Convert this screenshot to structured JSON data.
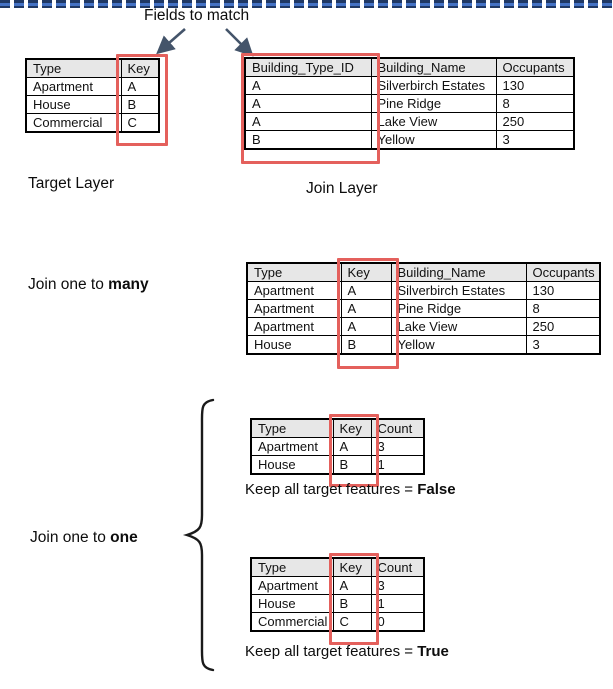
{
  "labels": {
    "fields_to_match": "Fields to match",
    "target_layer": "Target Layer",
    "join_layer": "Join Layer",
    "join_many_prefix": "Join one to ",
    "join_many_bold": "many",
    "join_one_prefix": "Join one to ",
    "join_one_bold": "one",
    "keep_false_prefix": "Keep all target features = ",
    "keep_false_bold": "False",
    "keep_true_prefix": "Keep all target features = ",
    "keep_true_bold": "True"
  },
  "icons": {
    "arrow_left": "arrow-down-left",
    "arrow_right": "arrow-down-right",
    "brace": "left-curly-brace"
  },
  "colors": {
    "highlight_red": "#e4605c",
    "header_gray": "#e7e7e7",
    "arrow_navy": "#44546a",
    "divider_dark": "#1f3864",
    "divider_light": "#4472c4"
  },
  "tables": {
    "target": {
      "headers": [
        "Type",
        "Key"
      ],
      "rows": [
        [
          "Apartment",
          "A"
        ],
        [
          "House",
          "B"
        ],
        [
          "Commercial",
          "C"
        ]
      ],
      "highlight_column": "Key"
    },
    "join": {
      "headers": [
        "Building_Type_ID",
        "Building_Name",
        "Occupants"
      ],
      "rows": [
        [
          "A",
          "Silverbirch Estates",
          "130"
        ],
        [
          "A",
          "Pine Ridge",
          "8"
        ],
        [
          "A",
          "Lake View",
          "250"
        ],
        [
          "B",
          "Yellow",
          "3"
        ]
      ],
      "highlight_column": "Building_Type_ID"
    },
    "one_to_many": {
      "headers": [
        "Type",
        "Key",
        "Building_Name",
        "Occupants"
      ],
      "rows": [
        [
          "Apartment",
          "A",
          "Silverbirch Estates",
          "130"
        ],
        [
          "Apartment",
          "A",
          "Pine Ridge",
          "8"
        ],
        [
          "Apartment",
          "A",
          "Lake View",
          "250"
        ],
        [
          "House",
          "B",
          "Yellow",
          "3"
        ]
      ],
      "highlight_column": "Key"
    },
    "one_to_one_false": {
      "headers": [
        "Type",
        "Key",
        "Count"
      ],
      "rows": [
        [
          "Apartment",
          "A",
          "3"
        ],
        [
          "House",
          "B",
          "1"
        ]
      ],
      "highlight_column": "Key"
    },
    "one_to_one_true": {
      "headers": [
        "Type",
        "Key",
        "Count"
      ],
      "rows": [
        [
          "Apartment",
          "A",
          "3"
        ],
        [
          "House",
          "B",
          "1"
        ],
        [
          "Commercial",
          "C",
          "0"
        ]
      ],
      "highlight_column": "Key"
    }
  }
}
